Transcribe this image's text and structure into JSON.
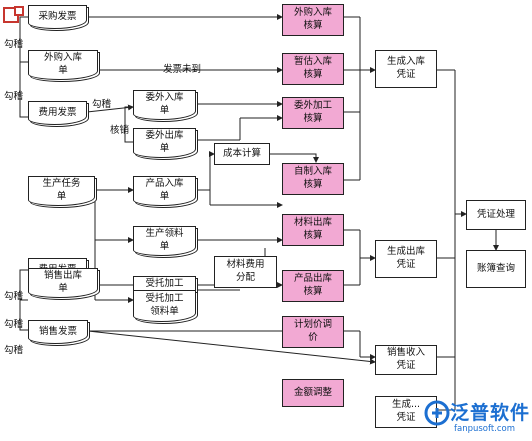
{
  "nodes": {
    "purchase_invoice": "采购发票",
    "purchase_receipt": "外购入库\n单",
    "expense_invoice_1": "费用发票",
    "outsourced_receipt": "委外入库\n单",
    "outsourced_issue": "委外出库\n单",
    "production_task": "生产任务\n单",
    "product_receipt": "产品入库\n单",
    "production_issue": "生产领料\n单",
    "consigned_receipt": "受托加工\n入库",
    "consigned_issue": "受托加工\n领料单",
    "expense_invoice_2": "费用发票",
    "sales_issue": "销售出库\n单",
    "sales_invoice": "销售发票",
    "ext_purchase_calc": "外购入库\n核算",
    "estimate_calc": "暂估入库\n核算",
    "outsourced_calc": "委外加工\n核算",
    "cost_calc": "成本计算",
    "self_made_calc": "自制入库\n核算",
    "material_issue_calc": "材料出库\n核算",
    "material_cost_alloc": "材料费用\n分配",
    "product_issue_calc": "产品出库\n核算",
    "planned_price_adj": "计划价调\n价",
    "amount_adj": "金额调整",
    "gen_receipt_voucher": "生成入库\n凭证",
    "gen_issue_voucher": "生成出库\n凭证",
    "sales_revenue_voucher": "销售收入\n凭证",
    "gen_other_voucher": "生成...\n凭证",
    "voucher_processing": "凭证处理",
    "ledger_query": "账簿查询"
  },
  "labels": {
    "check_1": "勾稽",
    "check_2": "勾稽",
    "check_3": "勾稽",
    "check_4": "勾稽",
    "check_5": "勾稽",
    "check_6": "勾稽",
    "writeoff": "核销",
    "invoice_not_arrived": "发票未到"
  },
  "brand": {
    "name": "泛普软件",
    "url": "fanpusoft.com"
  },
  "colors": {
    "pink": "#f2a9d3",
    "line": "#222222",
    "brand_blue": "#1c6fd1"
  }
}
